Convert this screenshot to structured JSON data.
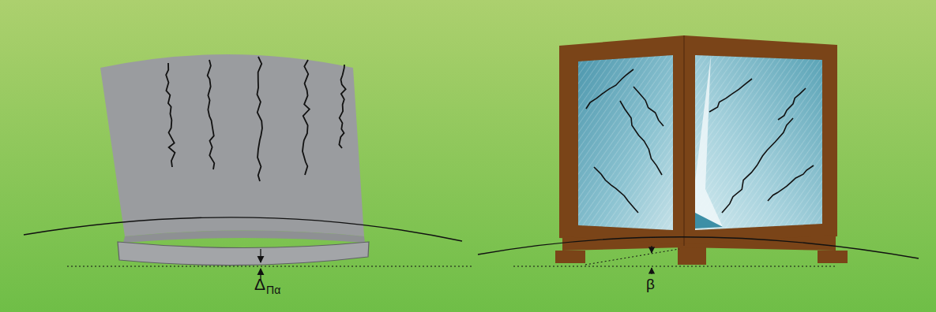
{
  "diagram": {
    "labels": [
      "Δ",
      "Πα",
      "β"
    ]
  }
}
